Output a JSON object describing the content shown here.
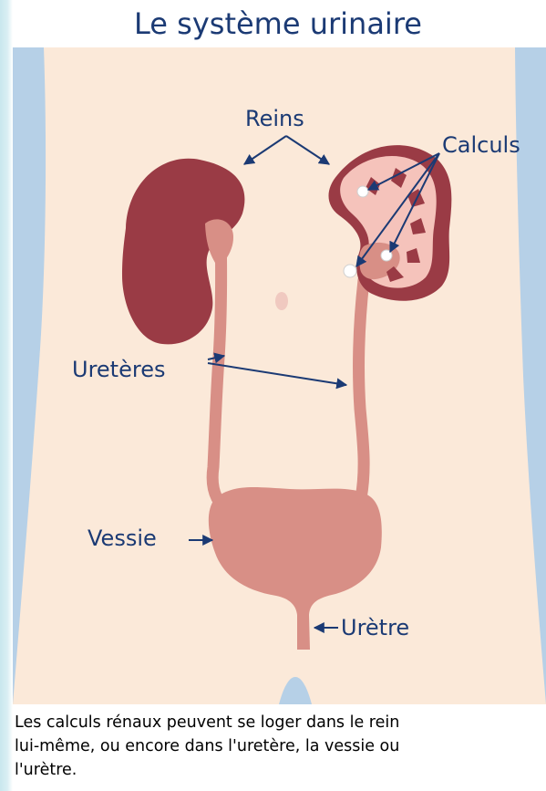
{
  "title": "Le système urinaire",
  "labels": {
    "kidneys": "Reins",
    "stones": "Calculs",
    "ureters": "Uretères",
    "bladder": "Vessie",
    "urethra": "Urètre"
  },
  "caption": {
    "line1": "Les calculs rénaux peuvent se loger dans le rein",
    "line2": "lui-même, ou encore dans l'uretère, la vessie ou",
    "line3": "l'urètre."
  },
  "colors": {
    "body": "#fbe9d9",
    "side_background": "#b6d0e7",
    "kidney": "#9a3b45",
    "ureter_and_bladder": "#d88f86",
    "labels_and_arrows": "#1b3a74",
    "stones": "#ffffff"
  }
}
